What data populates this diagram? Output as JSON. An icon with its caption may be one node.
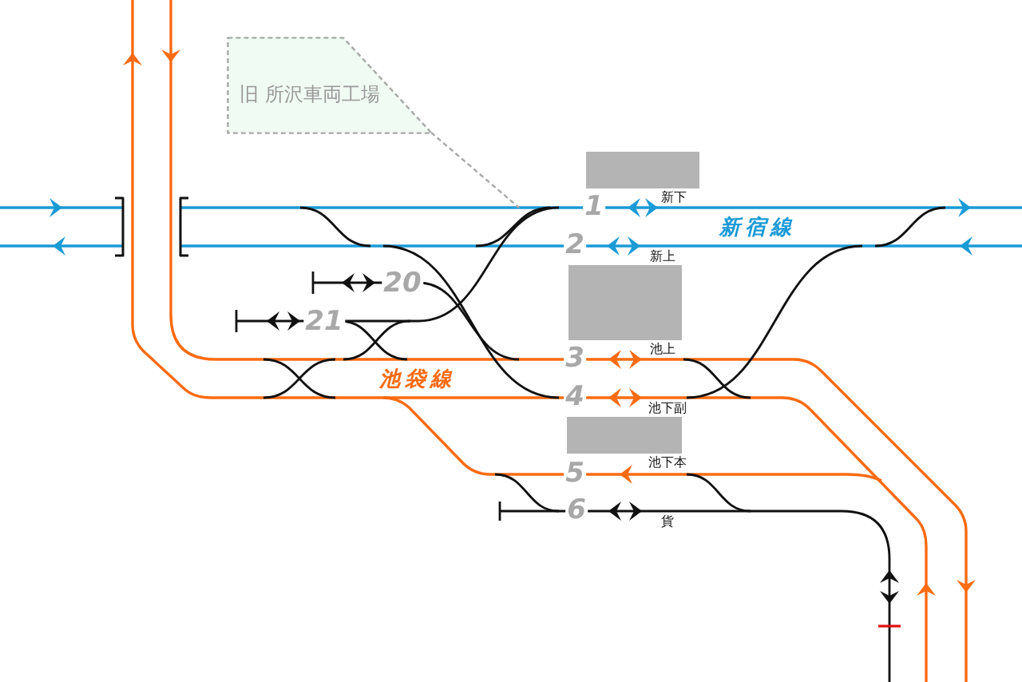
{
  "diagram": {
    "nodes": [
      {
        "text": [
          "旧 所沢車両工場"
        ]
      }
    ],
    "labels": [
      "1",
      "新下",
      "新宿線",
      "2",
      "新上",
      "20",
      "21",
      "3",
      "池上",
      "池袋線",
      "4",
      "池下副",
      "5",
      "池下本",
      "6",
      "貨"
    ]
  }
}
